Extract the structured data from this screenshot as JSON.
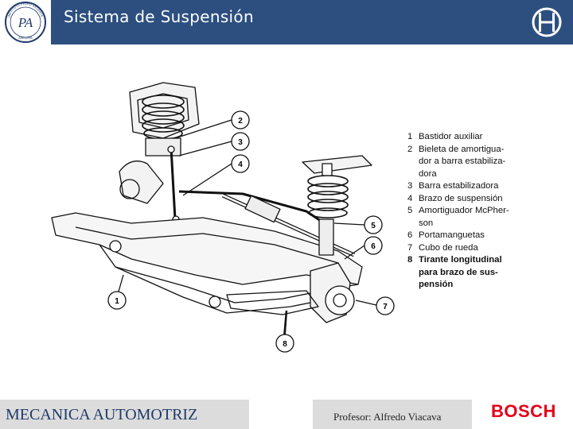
{
  "header": {
    "title": "Sistema de Suspensión",
    "logo_text": "INSTITUTO PEDRO ARGENTE",
    "logo_monogram": "PA",
    "logo_subtext": "AREQUIPA"
  },
  "legend": [
    {
      "n": "1",
      "text": "Bastidor auxiliar"
    },
    {
      "n": "2",
      "text": "Bieleta de amortigua-\ndor a barra estabiliza-\ndora"
    },
    {
      "n": "3",
      "text": "Barra estabilizadora"
    },
    {
      "n": "4",
      "text": "Brazo de suspensión"
    },
    {
      "n": "5",
      "text": "Amortiguador McPher-\nson"
    },
    {
      "n": "6",
      "text": "Portamanguetas"
    },
    {
      "n": "7",
      "text": "Cubo de rueda"
    },
    {
      "n": "8",
      "text": "Tirante longitudinal\npara brazo de sus-\npensión"
    }
  ],
  "callouts": [
    "1",
    "2",
    "3",
    "4",
    "5",
    "6",
    "7",
    "8"
  ],
  "footer": {
    "course": "MECANICA  AUTOMOTRIZ",
    "teacher": "Profesor: Alfredo Viacava",
    "brand": "BOSCH"
  },
  "colors": {
    "header_blue": "#2c4f7f",
    "bosch_red": "#e2001a",
    "footer_gray": "#dcdcdc"
  }
}
